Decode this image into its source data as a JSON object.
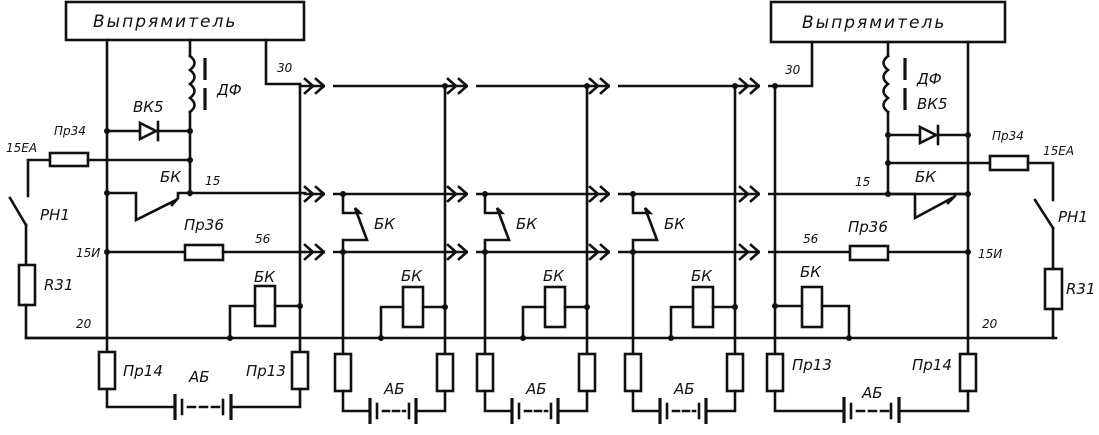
{
  "diagram": {
    "type": "circuit-schematic",
    "rectifier_left": {
      "label": "Выпрямитель"
    },
    "rectifier_right": {
      "label": "Выпрямитель"
    },
    "buses": {
      "b30": "30",
      "b15": "15",
      "b56": "56",
      "b20": "20",
      "b15i": "15И"
    },
    "left_station": {
      "choke": "ДФ",
      "diode": "ВК5",
      "fuse_34": "Пр34",
      "fuse_36": "Пр36",
      "fuse_14": "Пр14",
      "fuse_13": "Пр13",
      "relay_contact": "БК",
      "relay_coil": "БК",
      "switch": "РН1",
      "resistor": "R31",
      "terminal_15ea": "15ЕА",
      "battery": "АБ"
    },
    "middle_units": [
      {
        "contact": "БК",
        "coil": "БК",
        "battery": "АБ"
      },
      {
        "contact": "БК",
        "coil": "БК",
        "battery": "АБ"
      },
      {
        "contact": "БК",
        "coil": "БК",
        "battery": "АБ"
      }
    ],
    "right_station": {
      "choke": "ДФ",
      "diode": "ВК5",
      "fuse_34": "Пр34",
      "fuse_36": "Пр36",
      "fuse_14": "Пр14",
      "fuse_13": "Пр13",
      "relay_contact": "БК",
      "relay_coil": "БК",
      "switch": "РН1",
      "resistor": "R31",
      "terminal_15ea": "15ЕА",
      "battery": "АБ"
    }
  }
}
